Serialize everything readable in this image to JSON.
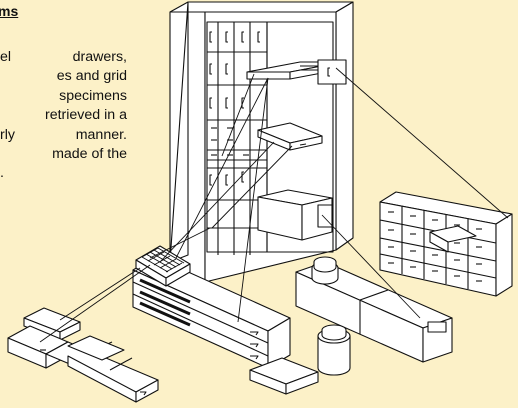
{
  "background_color": "#fcf1c8",
  "heading": {
    "text": "ms"
  },
  "paragraph": {
    "lines": [
      "el   drawers,",
      "es and grid",
      "specimens",
      "retrieved in a",
      "rly  manner.",
      "made of the",
      "."
    ]
  }
}
